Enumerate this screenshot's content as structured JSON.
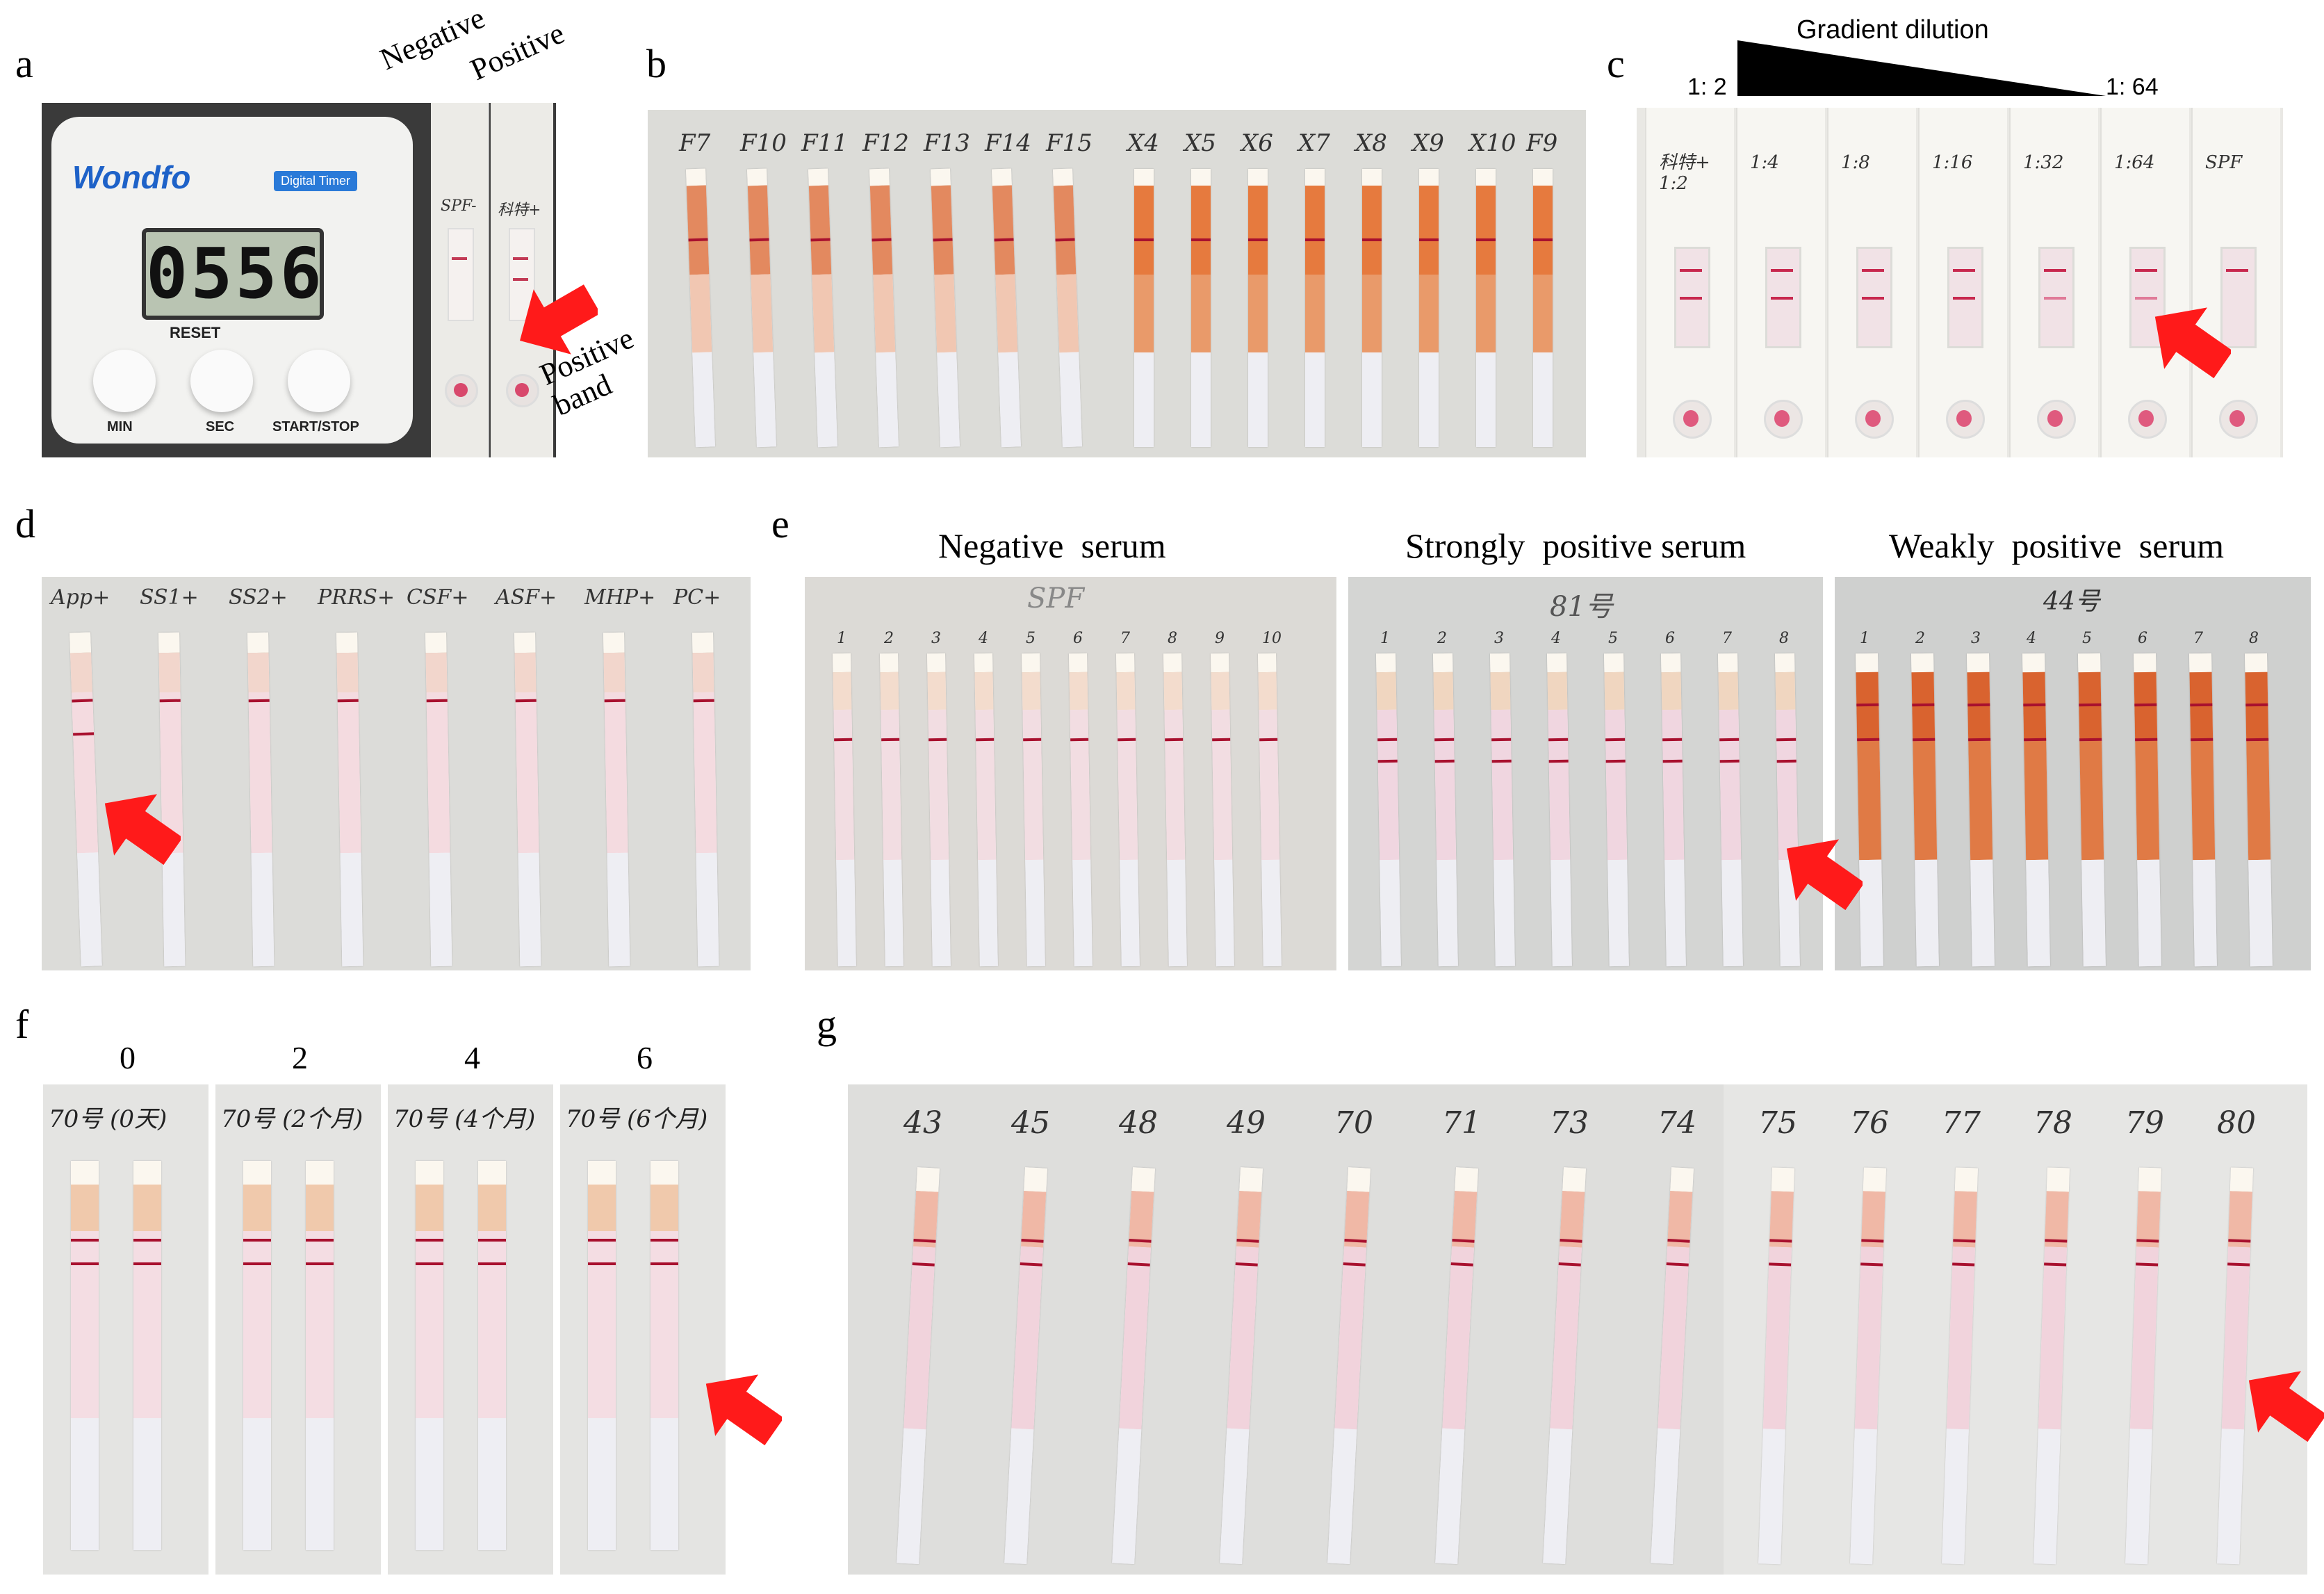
{
  "panels": {
    "a": {
      "label": "a",
      "timer": {
        "brand": "Wondfo",
        "badge": "Digital Timer",
        "display": "0556",
        "reset": "RESET",
        "buttons": [
          "MIN",
          "SEC",
          "START/STOP"
        ]
      },
      "card_labels": [
        "SPF-",
        "科特+"
      ],
      "header_labels": [
        "Negative",
        "Positive"
      ],
      "band_label": "Positive band"
    },
    "b": {
      "label": "b",
      "strip_labels": [
        "F7",
        "F10",
        "F11",
        "F12",
        "F13",
        "F14",
        "F15",
        "X4",
        "X5",
        "X6",
        "X7",
        "X8",
        "X9",
        "X10",
        "F9"
      ]
    },
    "c": {
      "label": "c",
      "gradient_title": "Gradient dilution",
      "left_ratio": "1: 2",
      "right_ratio": "1: 64",
      "card_labels": [
        "科特+ 1:2",
        "1:4",
        "1:8",
        "1:16",
        "1:32",
        "1:64",
        "SPF"
      ]
    },
    "d": {
      "label": "d",
      "strip_labels": [
        "App+",
        "SS1+",
        "SS2+",
        "PRRS+",
        "CSF+",
        "ASF+",
        "MHP+",
        "PC+"
      ]
    },
    "e": {
      "label": "e",
      "groups": [
        {
          "title": "Negative  serum",
          "tag": "SPF",
          "numbers": [
            "1",
            "2",
            "3",
            "4",
            "5",
            "6",
            "7",
            "8",
            "9",
            "10"
          ]
        },
        {
          "title": "Strongly  positive serum",
          "tag": "81号",
          "numbers": [
            "1",
            "2",
            "3",
            "4",
            "5",
            "6",
            "7",
            "8"
          ]
        },
        {
          "title": "Weakly  positive  serum",
          "tag": "44号",
          "numbers": [
            "1",
            "2",
            "3",
            "4",
            "5",
            "6",
            "7",
            "8"
          ]
        }
      ]
    },
    "f": {
      "label": "f",
      "groups": [
        {
          "num": "0",
          "tag": "70号 (0天)"
        },
        {
          "num": "2",
          "tag": "70号 (2个月)"
        },
        {
          "num": "4",
          "tag": "70号 (4个月)"
        },
        {
          "num": "6",
          "tag": "70号 (6个月)"
        }
      ]
    },
    "g": {
      "label": "g",
      "strip_labels": [
        "43",
        "45",
        "48",
        "49",
        "70",
        "71",
        "73",
        "74",
        "75",
        "76",
        "77",
        "78",
        "79",
        "80"
      ]
    }
  },
  "colors": {
    "arrow": "#ff1a1a",
    "band": "#b01030",
    "pad_orange": "#e07a4a",
    "pad_pink": "#f0c8c0",
    "bg_gray": "#d9d9d6"
  }
}
